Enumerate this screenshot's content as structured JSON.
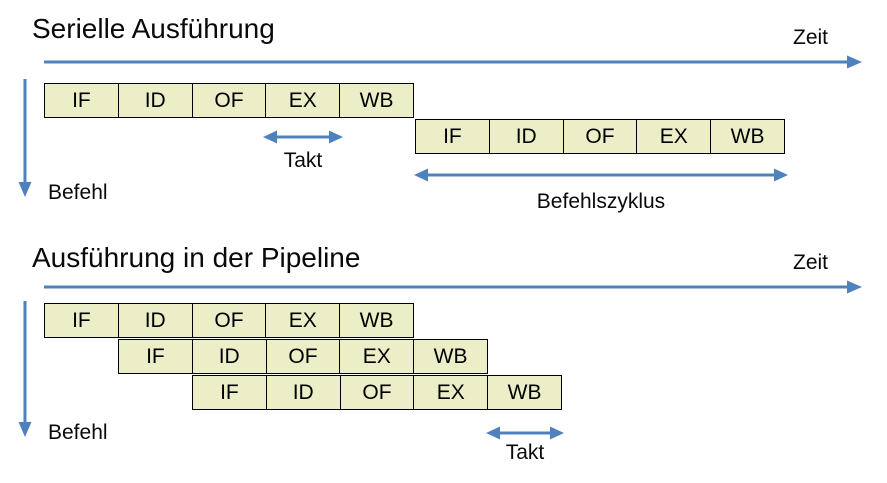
{
  "colors": {
    "box_fill": "#ECEEC8",
    "box_border": "#000000",
    "arrow": "#4F81BD",
    "text": "#0A0A0A"
  },
  "sections": {
    "serial": {
      "title": "Serielle Ausführung",
      "time_label": "Zeit",
      "instruction_label": "Befehl",
      "clock_label": "Takt",
      "cycle_label": "Befehlszyklus",
      "rows": [
        {
          "cells": [
            "IF",
            "ID",
            "OF",
            "EX",
            "WB"
          ]
        },
        {
          "cells": [
            "IF",
            "ID",
            "OF",
            "EX",
            "WB"
          ]
        }
      ]
    },
    "pipeline": {
      "title": "Ausführung in der Pipeline",
      "time_label": "Zeit",
      "instruction_label": "Befehl",
      "clock_label": "Takt",
      "rows": [
        {
          "cells": [
            "IF",
            "ID",
            "OF",
            "EX",
            "WB"
          ]
        },
        {
          "cells": [
            "IF",
            "ID",
            "OF",
            "EX",
            "WB"
          ]
        },
        {
          "cells": [
            "IF",
            "ID",
            "OF",
            "EX",
            "WB"
          ]
        }
      ]
    }
  }
}
